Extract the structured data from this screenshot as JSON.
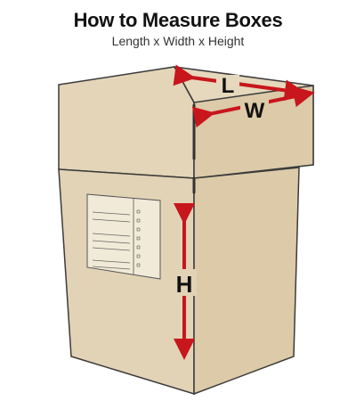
{
  "header": {
    "title": "How to Measure Boxes",
    "subtitle": "Length x Width x Height"
  },
  "dimensions": {
    "length_label": "L",
    "width_label": "W",
    "height_label": "H"
  },
  "colors": {
    "cardboard_face": "#e2d3b6",
    "cardboard_top": "#d9c8a8",
    "cardboard_edge": "#3b3b3b",
    "arrow": "#c8161d",
    "interior": "#ffffff"
  }
}
